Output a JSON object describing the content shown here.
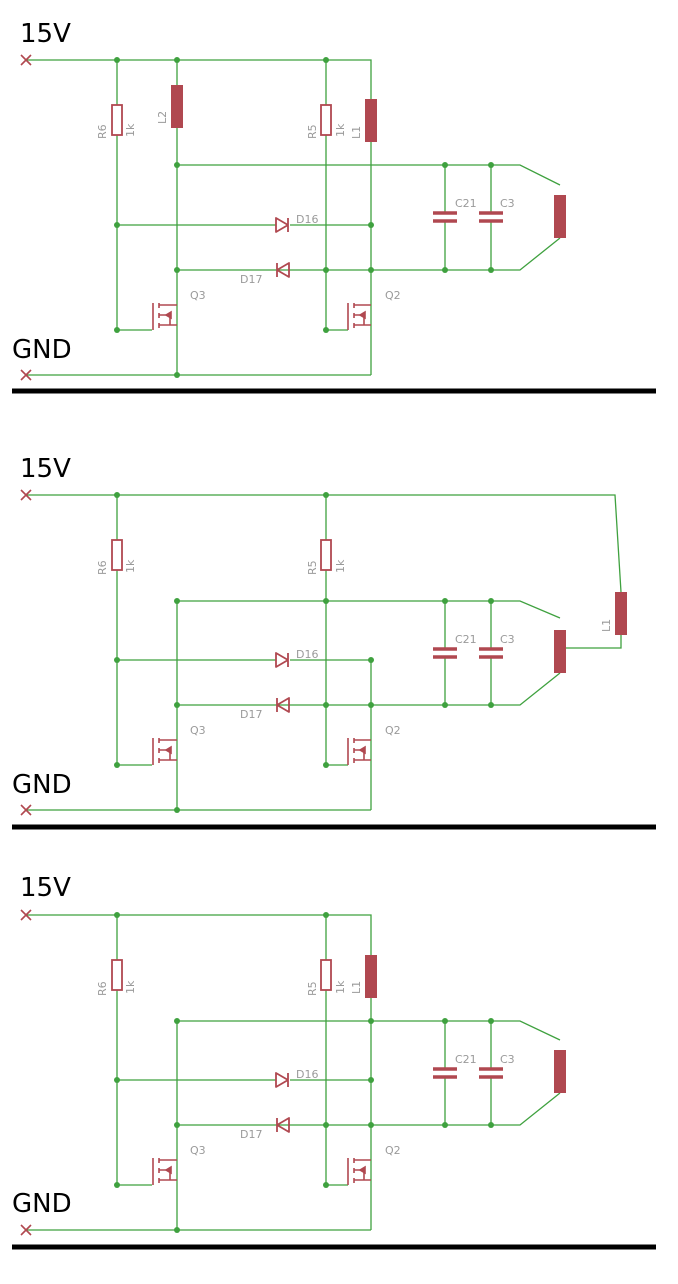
{
  "labels": {
    "v15": "15V",
    "gnd": "GND",
    "r6": "R6",
    "r5": "R5",
    "r_val": "1k",
    "l1": "L1",
    "l2": "L2",
    "c21": "C21",
    "c3": "C3",
    "d16": "D16",
    "d17": "D17",
    "q3": "Q3",
    "q2": "Q2"
  },
  "panels": [
    {
      "id": "top",
      "variant": "L1 and L2 supply chokes"
    },
    {
      "id": "middle",
      "variant": "single L1 choke"
    },
    {
      "id": "bottom",
      "variant": "L1 choke only"
    }
  ]
}
